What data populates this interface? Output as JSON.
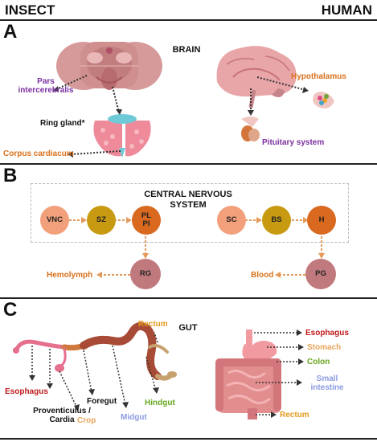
{
  "header": {
    "left": "INSECT",
    "right": "HUMAN"
  },
  "panelA": {
    "letter": "A",
    "title": "BRAIN",
    "labels": {
      "pars": "Pars intercerebralis",
      "ring": "Ring gland*",
      "corpus": "Corpus cardiacum",
      "hypo": "Hypothalamus",
      "pituitary": "Pituitary system"
    }
  },
  "panelB": {
    "letter": "B",
    "title": "CENTRAL NERVOUS SYSTEM",
    "insect_nodes": {
      "vnc": "VNC",
      "sz": "SZ",
      "plpi": "PL PI",
      "rg": "RG"
    },
    "human_nodes": {
      "sc": "SC",
      "bs": "BS",
      "h": "H",
      "pg": "PG"
    },
    "outputs": {
      "hemolymph": "Hemolymph",
      "blood": "Blood"
    }
  },
  "panelC": {
    "letter": "C",
    "title": "GUT",
    "insect_labels": {
      "esophagus": "Esophagus",
      "proventiculus": "Proventiculus / Cardia",
      "crop": "Crop",
      "foregut": "Foregut",
      "midgut": "Midgut",
      "hindgut": "Hindgut",
      "rectum": "Rectum"
    },
    "human_labels": {
      "esophagus": "Esophagus",
      "stomach": "Stomach",
      "colon": "Colon",
      "small_intestine": "Small intestine",
      "rectum": "Rectum"
    }
  },
  "colors": {
    "orange": "#d9701a",
    "purple": "#7b2fa0",
    "red": "#c0191c",
    "green": "#66a61e",
    "tan": "#e8a65c",
    "blue": "#8a9bdf",
    "gold": "#e39a1b",
    "node_light": "#f2a07b",
    "node_olive": "#c89a12",
    "node_orange": "#d8691e",
    "node_mauve": "#c07a7e"
  }
}
